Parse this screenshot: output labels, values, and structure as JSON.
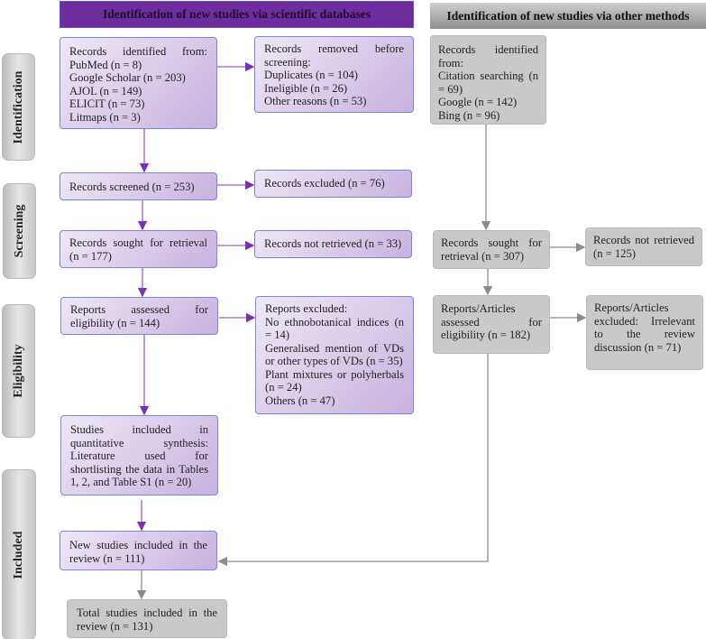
{
  "headers": {
    "databases": "Identification of new studies via scientific databases",
    "other": "Identification of new studies via other methods"
  },
  "stages": [
    "Identification",
    "Screening",
    "Eligibility",
    "Included"
  ],
  "colors": {
    "purple": "#6f2c9e",
    "gray": "#8e8e8e",
    "arrow_purple": "#7a2fb5",
    "arrow_gray": "#8a8a8a"
  },
  "db": {
    "identified": [
      "Records identified from:",
      "PubMed (n = 8)",
      "Google Scholar (n = 203)",
      "AJOL (n = 149)",
      "ELICIT (n = 73)",
      "Litmaps (n = 3)"
    ],
    "removed": [
      "Records removed before screening:",
      "Duplicates (n = 104)",
      "Ineligible (n = 26)",
      "Other reasons (n = 53)"
    ],
    "screened": "Records screened (n = 253)",
    "excluded": "Records excluded (n = 76)",
    "sought": "Records sought for retrieval (n = 177)",
    "not_retrieved": "Records not retrieved (n = 33)",
    "assessed": "Reports assessed for eligibility (n = 144)",
    "reports_excluded": [
      "Reports excluded:",
      "No ethnobotanical indices (n = 14)",
      "Generalised mention of VDs or other types of VDs (n = 35)",
      "Plant mixtures or polyherbals (n = 24)",
      "Others (n = 47)"
    ],
    "quantitative": "Studies included in quantitative synthesis: Literature used for shortlisting the data in Tables 1, 2, and Table S1 (n = 20)",
    "new_included": "New studies included in the review (n = 111)",
    "total": "Total studies included in the review (n = 131)"
  },
  "other": {
    "identified": [
      "Records identified from:",
      "Citation searching (n = 69)",
      "Google (n = 142)",
      "Bing (n = 96)"
    ],
    "sought": "Records sought for retrieval (n = 307)",
    "not_retrieved": "Records not retrieved (n = 125)",
    "assessed": "Reports/Articles assessed for eligibility (n = 182)",
    "excluded": "Reports/Articles excluded: Irrelevant to the review discussion (n = 71)"
  }
}
